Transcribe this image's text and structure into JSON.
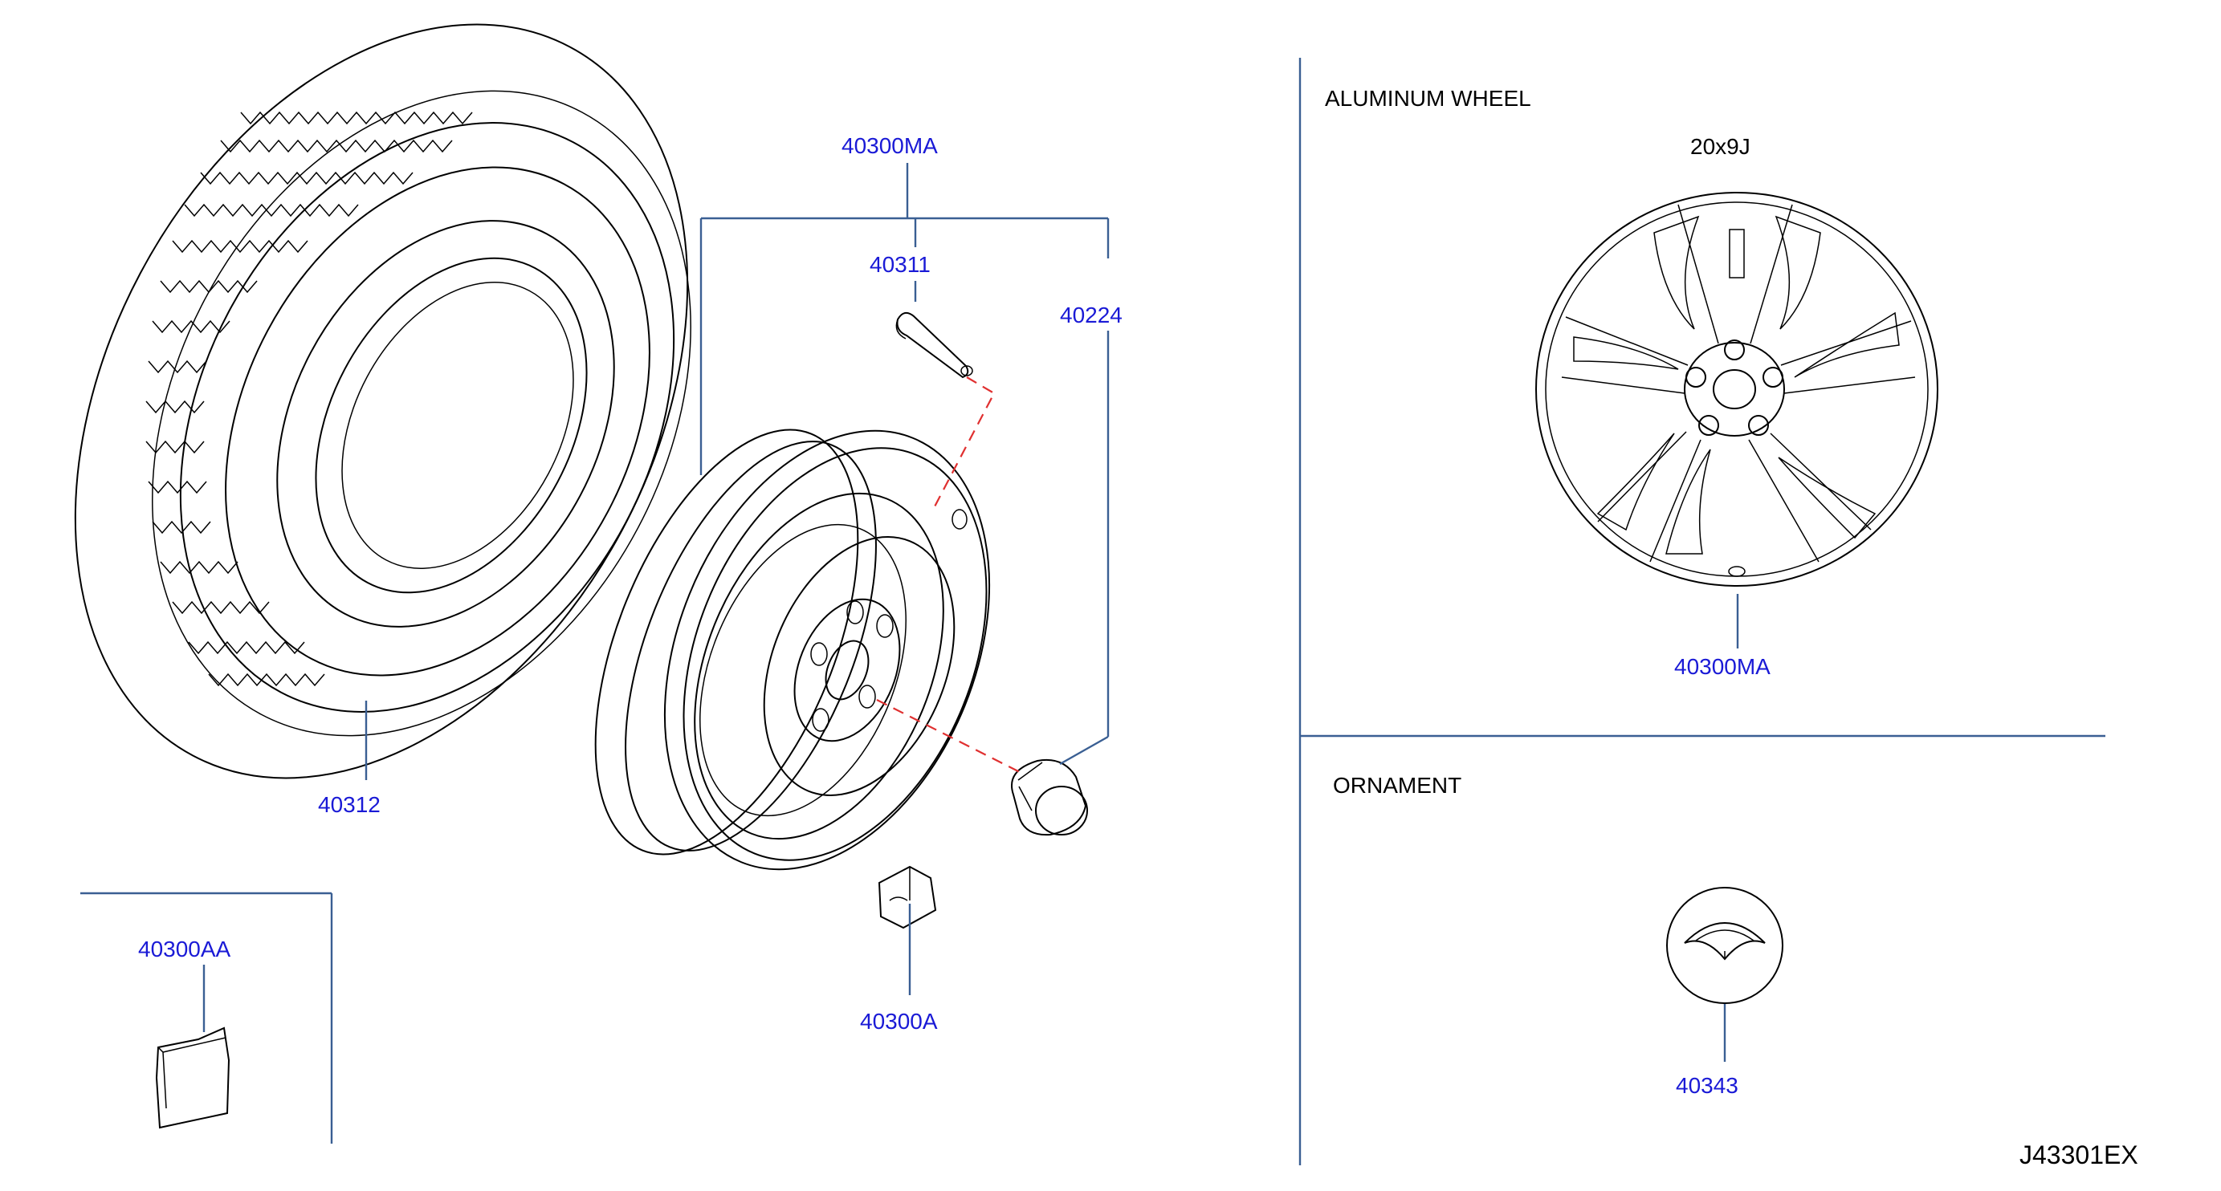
{
  "sections": {
    "aluminum_wheel": "ALUMINUM   WHEEL",
    "wheel_size": "20x9J",
    "ornament": "ORNAMENT"
  },
  "callouts": {
    "wheel_assembly": "40300MA",
    "valve": "40311",
    "nut": "40224",
    "tire": "40312",
    "balance_weight": "40300A",
    "balance_weight_adhesive": "40300AA",
    "aluminum_wheel": "40300MA",
    "ornament": "40343"
  },
  "diagram_code": "J43301EX"
}
